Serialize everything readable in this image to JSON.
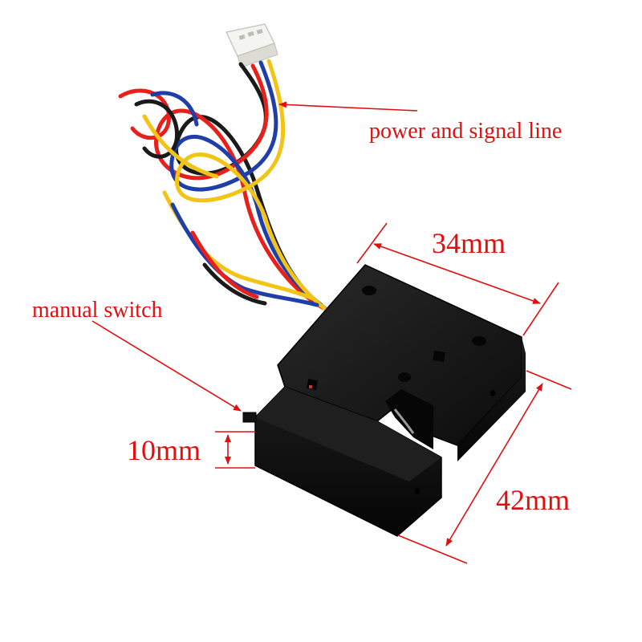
{
  "labels": {
    "power_line": "power and signal line",
    "width": "34mm",
    "manual_switch": "manual switch",
    "thickness": "10mm",
    "height": "42mm"
  },
  "colors": {
    "annotation": "#e01010",
    "lock_body": "#141414",
    "wire_red": "#e8201c",
    "wire_black": "#1a1a1a",
    "wire_blue": "#1f3ea8",
    "wire_yellow": "#f2c416",
    "connector": "#f2f2ee"
  }
}
